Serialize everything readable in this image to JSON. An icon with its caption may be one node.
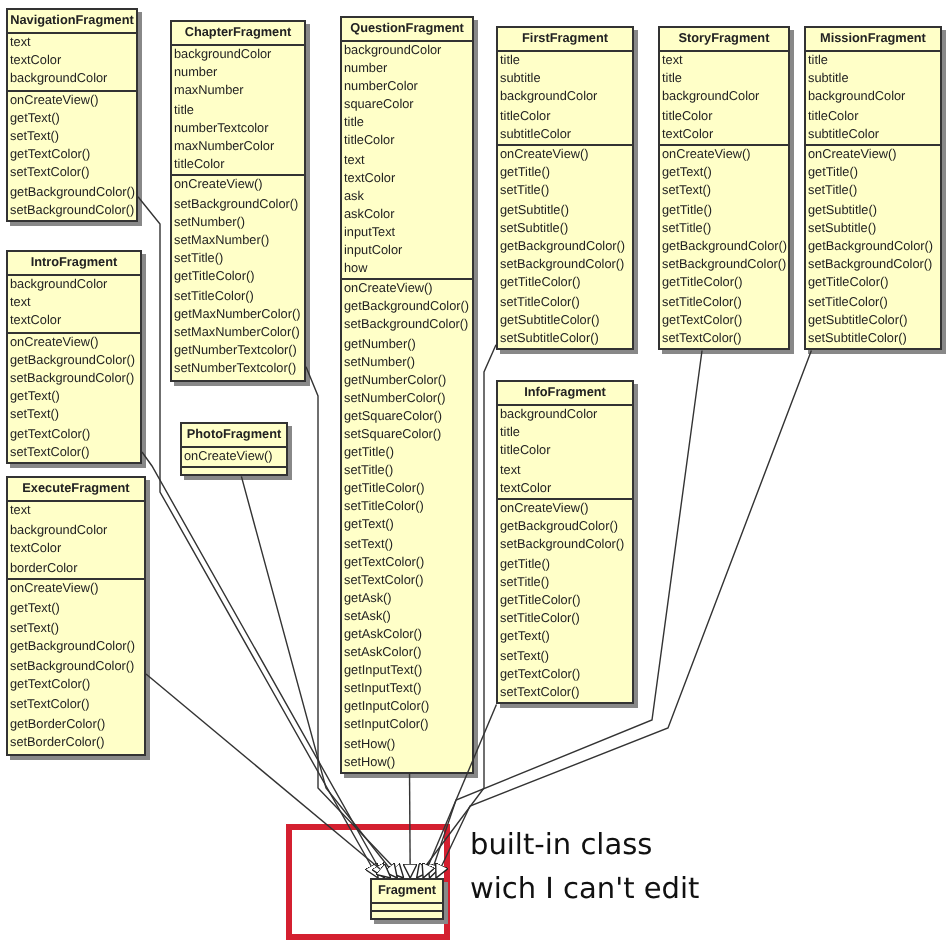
{
  "diagram": {
    "nodes": [
      {
        "text": [
          "NavigationFragment",
          "text textColor backgroundColor",
          "onCreateView() getText() setText() getTextColor() setTextColor() getBackgroundColor() setBackgroundColor()"
        ]
      },
      {
        "text": [
          "ChapterFragment",
          "backgroundColor number maxNumber title numberTextcolor maxNumberColor titleColor",
          "onCreateView() setBackgroundColor() setNumber() setMaxNumber() setTitle() getTitleColor() setTitleColor() getMaxNumberColor() setMaxNumberColor() getNumberTextcolor() setNumberTextcolor()"
        ]
      },
      {
        "text": [
          "QuestionFragment",
          "backgroundColor number numberColor squareColor title titleColor text textColor ask askColor inputText inputColor how",
          "onCreateView() getBackgroundColor() setBackgroundColor() getNumber() setNumber() getNumberColor() setNumberColor() getSquareColor() setSquareColor() getTitle() setTitle() getTitleColor() setTitleColor() getText() setText() getTextColor() setTextColor() getAsk() setAsk() getAskColor() setAskColor() getInputText() setInputText() getInputColor() setInputColor() setHow() setHow()"
        ]
      },
      {
        "text": [
          "FirstFragment",
          "title subtitle backgroundColor titleColor subtitleColor",
          "onCreateView() getTitle() setTitle() getSubtitle() setSubtitle() getBackgroundColor() setBackgroundColor() getTitleColor() setTitleColor() getSubtitleColor() setSubtitleColor()"
        ]
      },
      {
        "text": [
          "StoryFragment",
          "text title backgroundColor titleColor textColor",
          "onCreateView() getText() setText() getTitle() setTitle() getBackgroundColor() setBackgroundColor() getTitleColor() setTitleColor() getTextColor() setTextColor()"
        ]
      },
      {
        "text": [
          "MissionFragment",
          "title subtitle backgroundColor titleColor subtitleColor",
          "onCreateView() getTitle() setTitle() getSubtitle() setSubtitle() getBackgroundColor() setBackgroundColor() getTitleColor() setTitleColor() getSubtitleColor() setSubtitleColor()"
        ]
      },
      {
        "text": [
          "IntroFragment",
          "backgroundColor text textColor",
          "onCreateView() getBackgroundColor() setBackgroundColor() getText() setText() getTextColor() setTextColor()"
        ]
      },
      {
        "text": [
          "InfoFragment",
          "backgroundColor title titleColor text textColor",
          "onCreateView() getBackgroudColor() setBackgroundColor() getTitle() setTitle() getTitleColor() setTitleColor() getText() setText() getTextColor() setTextColor()"
        ]
      },
      {
        "text": [
          "PhotoFragment",
          "onCreateView()"
        ]
      },
      {
        "text": [
          "ExecuteFragment",
          "text backgroundColor textColor borderColor",
          "onCreateView() getText() setText() getBackgroundColor() setBackgroundColor() getTextColor() setTextColor() getBorderColor() setBorderColor()"
        ]
      },
      {
        "text": [],
        "shape": "box",
        "beside": [
          "built-in class wich I can't edit"
        ]
      },
      {
        "text": [
          "Fragment"
        ],
        "in": 10
      }
    ],
    "edges": [
      {
        "from": 0,
        "to": 11,
        "arrow": "to"
      },
      {
        "from": 1,
        "to": 11,
        "arrow": "to"
      },
      {
        "from": 2,
        "to": 11,
        "arrow": "to"
      },
      {
        "from": 3,
        "to": 11,
        "arrow": "to"
      },
      {
        "from": 4,
        "to": 11,
        "arrow": "to"
      },
      {
        "from": 5,
        "to": 11,
        "arrow": "to"
      },
      {
        "from": 6,
        "to": 11,
        "arrow": "to"
      },
      {
        "from": 7,
        "to": 11,
        "arrow": "to"
      },
      {
        "from": 8,
        "to": 11,
        "arrow": "to"
      },
      {
        "from": 9,
        "to": 11,
        "arrow": "to"
      }
    ]
  }
}
